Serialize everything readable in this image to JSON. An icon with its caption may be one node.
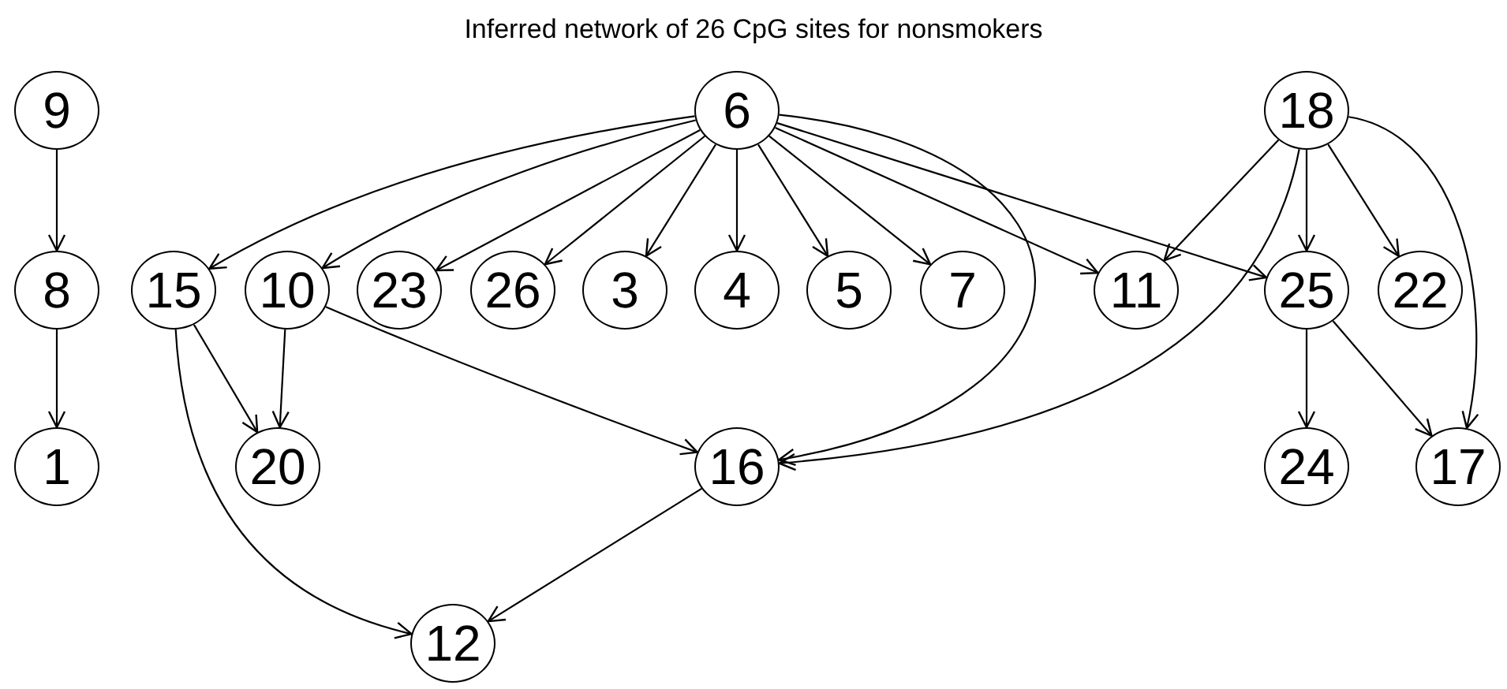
{
  "diagram": {
    "title": "Inferred network of 26 CpG sites for nonsmokers",
    "nodes": [
      {
        "text": [
          "9"
        ]
      },
      {
        "text": [
          "6"
        ]
      },
      {
        "text": [
          "18"
        ]
      },
      {
        "text": [
          "8"
        ]
      },
      {
        "text": [
          "15"
        ]
      },
      {
        "text": [
          "10"
        ]
      },
      {
        "text": [
          "23"
        ]
      },
      {
        "text": [
          "26"
        ]
      },
      {
        "text": [
          "3"
        ]
      },
      {
        "text": [
          "4"
        ]
      },
      {
        "text": [
          "5"
        ]
      },
      {
        "text": [
          "7"
        ]
      },
      {
        "text": [
          "11"
        ]
      },
      {
        "text": [
          "25"
        ]
      },
      {
        "text": [
          "22"
        ]
      },
      {
        "text": [
          "1"
        ]
      },
      {
        "text": [
          "20"
        ]
      },
      {
        "text": [
          "16"
        ]
      },
      {
        "text": [
          "24"
        ]
      },
      {
        "text": [
          "17"
        ]
      },
      {
        "text": [
          "12"
        ]
      }
    ],
    "edges": [
      {
        "from": 0,
        "to": 3,
        "arrow": "to"
      },
      {
        "from": 3,
        "to": 15,
        "arrow": "to"
      },
      {
        "from": 1,
        "to": 4,
        "arrow": "to"
      },
      {
        "from": 1,
        "to": 5,
        "arrow": "to"
      },
      {
        "from": 1,
        "to": 6,
        "arrow": "to"
      },
      {
        "from": 1,
        "to": 7,
        "arrow": "to"
      },
      {
        "from": 1,
        "to": 8,
        "arrow": "to"
      },
      {
        "from": 1,
        "to": 9,
        "arrow": "to"
      },
      {
        "from": 1,
        "to": 10,
        "arrow": "to"
      },
      {
        "from": 1,
        "to": 11,
        "arrow": "to"
      },
      {
        "from": 1,
        "to": 12,
        "arrow": "to"
      },
      {
        "from": 1,
        "to": 13,
        "arrow": "to"
      },
      {
        "from": 1,
        "to": 17,
        "arrow": "to"
      },
      {
        "from": 2,
        "to": 12,
        "arrow": "to"
      },
      {
        "from": 2,
        "to": 17,
        "arrow": "to"
      },
      {
        "from": 2,
        "to": 13,
        "arrow": "to"
      },
      {
        "from": 2,
        "to": 14,
        "arrow": "to"
      },
      {
        "from": 2,
        "to": 19,
        "arrow": "to"
      },
      {
        "from": 4,
        "to": 16,
        "arrow": "to"
      },
      {
        "from": 4,
        "to": 20,
        "arrow": "to"
      },
      {
        "from": 5,
        "to": 16,
        "arrow": "to"
      },
      {
        "from": 5,
        "to": 17,
        "arrow": "to"
      },
      {
        "from": 17,
        "to": 20,
        "arrow": "to"
      },
      {
        "from": 13,
        "to": 18,
        "arrow": "to"
      },
      {
        "from": 13,
        "to": 19,
        "arrow": "to"
      }
    ]
  }
}
